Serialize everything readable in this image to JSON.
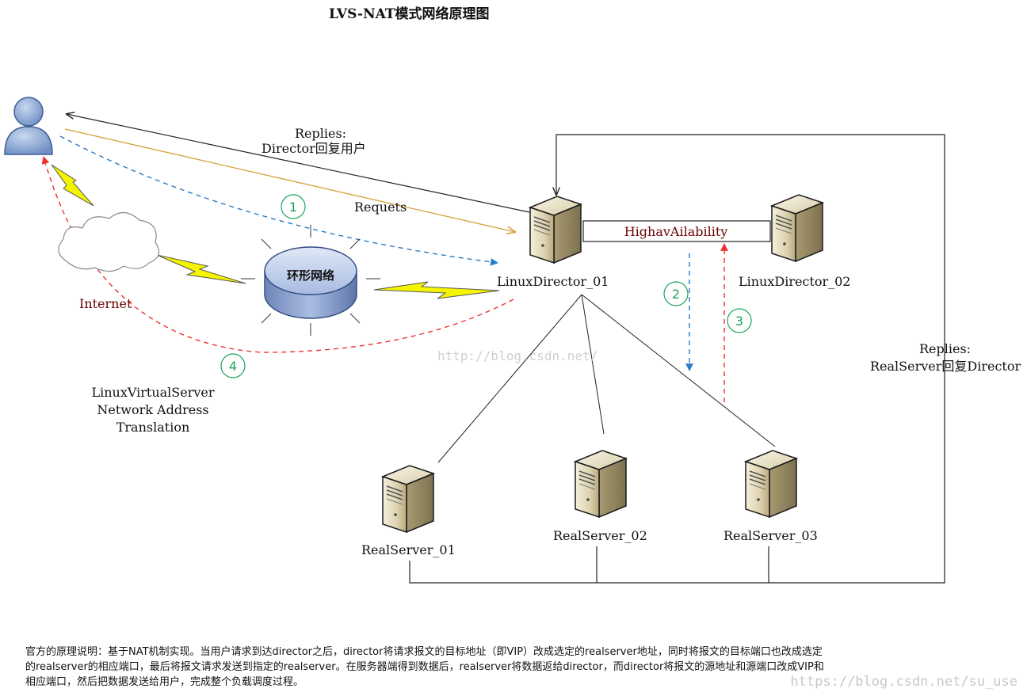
{
  "title": "LVS-NAT模式网络原理图",
  "nodes": {
    "director_01": "LinuxDirector_01",
    "director_02": "LinuxDirector_02",
    "realserver_01": "RealServer_01",
    "realserver_02": "RealServer_02",
    "realserver_03": "RealServer_03",
    "ring_network": "环形网络",
    "internet": "Internet"
  },
  "labels": {
    "director_replies_1": "Replies:",
    "director_replies_2": "Director回复用户",
    "requests": "Requets",
    "ha_link": "HighavAilability",
    "rs_replies_1": "Replies:",
    "rs_replies_2": "RealServer回复Director",
    "lvs_line1": "LinuxVirtualServer",
    "lvs_line2": "Network Address",
    "lvs_line3": "Translation"
  },
  "steps": [
    "1",
    "2",
    "3",
    "4"
  ],
  "description": "官方的原理说明：基于NAT机制实现。当用户请求到达director之后，director将请求报文的目标地址（即VIP）改成选定的realserver地址，同时将报文的目标端口也改成选定的realserver的相应端口，最后将报文请求发送到指定的realserver。在服务器端得到数据后，realserver将数据返给director，而director将报文的源地址和源端口改成VIP和相应端口，然后把数据发送给用户，完成整个负载调度过程。",
  "watermarks": {
    "center": "http://blog.csdn.net/",
    "corner": "https://blog.csdn.net/su_use"
  },
  "colors": {
    "request_line": "#d4a23a",
    "blue_dashed": "#2b7bc4",
    "red_dashed": "#f03030",
    "step_green": "#1aa35a",
    "lightning": "#f5f500"
  }
}
